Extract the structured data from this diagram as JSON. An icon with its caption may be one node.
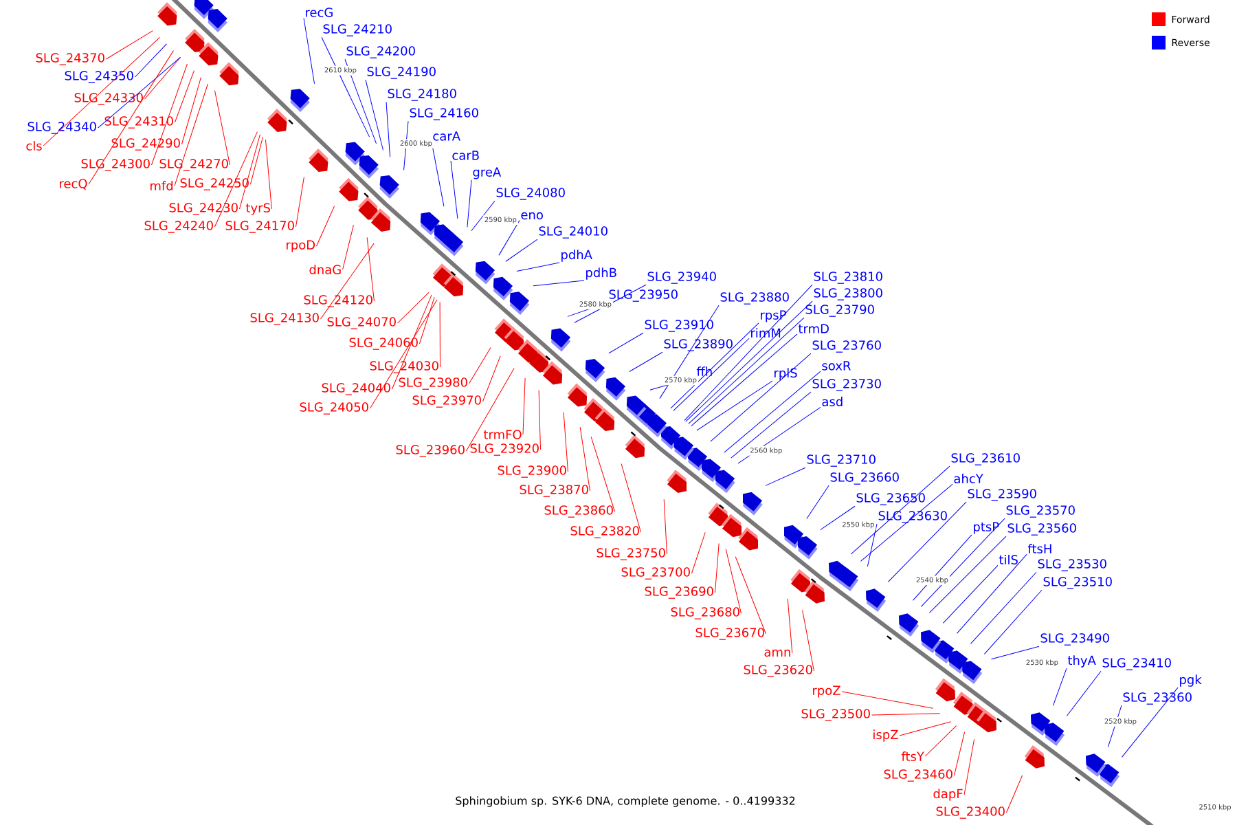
{
  "diagram": {
    "caption": "Sphingobium sp. SYK-6 DNA, complete genome. - 0..4199332",
    "nodes": [
      {
        "text": [
          "recG"
        ]
      },
      {
        "text": [
          "SLG_24210"
        ]
      },
      {
        "text": [
          "SLG_24200"
        ]
      },
      {
        "text": [
          "SLG_24370"
        ]
      },
      {
        "text": [
          "SLG_24190"
        ]
      },
      {
        "text": [
          "SLG_24350"
        ]
      },
      {
        "text": [
          "SLG_24180"
        ]
      },
      {
        "text": [
          "SLG_24330"
        ]
      },
      {
        "text": [
          "SLG_24160"
        ]
      },
      {
        "text": [
          "SLG_24310"
        ]
      },
      {
        "text": [
          "SLG_24340"
        ]
      },
      {
        "text": [
          "carA"
        ]
      },
      {
        "text": [
          "cls"
        ]
      },
      {
        "text": [
          "SLG_24290"
        ]
      },
      {
        "text": [
          "carB"
        ]
      },
      {
        "text": [
          "SLG_24300"
        ]
      },
      {
        "text": [
          "SLG_24270"
        ]
      },
      {
        "text": [
          "greA"
        ]
      },
      {
        "text": [
          "recQ"
        ]
      },
      {
        "text": [
          "mfd"
        ]
      },
      {
        "text": [
          "SLG_24250"
        ]
      },
      {
        "text": [
          "SLG_24080"
        ]
      },
      {
        "text": [
          "SLG_24230"
        ]
      },
      {
        "text": [
          "tyrS"
        ]
      },
      {
        "text": [
          "eno"
        ]
      },
      {
        "text": [
          "SLG_24240"
        ]
      },
      {
        "text": [
          "SLG_24170"
        ]
      },
      {
        "text": [
          "SLG_24010"
        ]
      },
      {
        "text": [
          "rpoD"
        ]
      },
      {
        "text": [
          "pdhA"
        ]
      },
      {
        "text": [
          "dnaG"
        ]
      },
      {
        "text": [
          "pdhB"
        ]
      },
      {
        "text": [
          "SLG_23940"
        ]
      },
      {
        "text": [
          "SLG_23810"
        ]
      },
      {
        "text": [
          "SLG_23800"
        ]
      },
      {
        "text": [
          "SLG_23950"
        ]
      },
      {
        "text": [
          "SLG_23880"
        ]
      },
      {
        "text": [
          "SLG_24120"
        ]
      },
      {
        "text": [
          "SLG_23790"
        ]
      },
      {
        "text": [
          "rpsP"
        ]
      },
      {
        "text": [
          "SLG_24130"
        ]
      },
      {
        "text": [
          "SLG_24070"
        ]
      },
      {
        "text": [
          "SLG_23910"
        ]
      },
      {
        "text": [
          "trmD"
        ]
      },
      {
        "text": [
          "rimM"
        ]
      },
      {
        "text": [
          "SLG_24060"
        ]
      },
      {
        "text": [
          "SLG_23890"
        ]
      },
      {
        "text": [
          "SLG_23760"
        ]
      },
      {
        "text": [
          "soxR"
        ]
      },
      {
        "text": [
          "SLG_24030"
        ]
      },
      {
        "text": [
          "ffh"
        ]
      },
      {
        "text": [
          "rplS"
        ]
      },
      {
        "text": [
          "SLG_23980"
        ]
      },
      {
        "text": [
          "SLG_23730"
        ]
      },
      {
        "text": [
          "SLG_24040"
        ]
      },
      {
        "text": [
          "asd"
        ]
      },
      {
        "text": [
          "SLG_23970"
        ]
      },
      {
        "text": [
          "SLG_24050"
        ]
      },
      {
        "text": [
          "trmFO"
        ]
      },
      {
        "text": [
          "SLG_23920"
        ]
      },
      {
        "text": [
          "SLG_23960"
        ]
      },
      {
        "text": [
          "SLG_23610"
        ]
      },
      {
        "text": [
          "SLG_23710"
        ]
      },
      {
        "text": [
          "SLG_23900"
        ]
      },
      {
        "text": [
          "SLG_23660"
        ]
      },
      {
        "text": [
          "ahcY"
        ]
      },
      {
        "text": [
          "SLG_23870"
        ]
      },
      {
        "text": [
          "SLG_23590"
        ]
      },
      {
        "text": [
          "SLG_23650"
        ]
      },
      {
        "text": [
          "SLG_23860"
        ]
      },
      {
        "text": [
          "SLG_23570"
        ]
      },
      {
        "text": [
          "SLG_23630"
        ]
      },
      {
        "text": [
          "ptsP"
        ]
      },
      {
        "text": [
          "SLG_23560"
        ]
      },
      {
        "text": [
          "SLG_23820"
        ]
      },
      {
        "text": [
          "ftsH"
        ]
      },
      {
        "text": [
          "SLG_23750"
        ]
      },
      {
        "text": [
          "tilS"
        ]
      },
      {
        "text": [
          "SLG_23530"
        ]
      },
      {
        "text": [
          "SLG_23700"
        ]
      },
      {
        "text": [
          "SLG_23510"
        ]
      },
      {
        "text": [
          "SLG_23690"
        ]
      },
      {
        "text": [
          "SLG_23680"
        ]
      },
      {
        "text": [
          "SLG_23670"
        ]
      },
      {
        "text": [
          "SLG_23490"
        ]
      },
      {
        "text": [
          "amn"
        ]
      },
      {
        "text": [
          "thyA"
        ]
      },
      {
        "text": [
          "SLG_23410"
        ]
      },
      {
        "text": [
          "SLG_23620"
        ]
      },
      {
        "text": [
          "pgk"
        ]
      },
      {
        "text": [
          "rpoZ"
        ]
      },
      {
        "text": [
          "SLG_23360"
        ]
      },
      {
        "text": [
          "SLG_23500"
        ]
      },
      {
        "text": [
          "ispZ"
        ]
      },
      {
        "text": [
          "ftsY"
        ]
      },
      {
        "text": [
          "SLG_23460"
        ]
      },
      {
        "text": [
          "dapF"
        ]
      },
      {
        "text": [
          "SLG_23400"
        ]
      }
    ],
    "edges": [
      {
        "from": 0,
        "to": null,
        "arrow": "none",
        "color": "#0000ff"
      },
      {
        "from": 1,
        "to": null,
        "arrow": "none",
        "color": "#0000ff"
      },
      {
        "from": 2,
        "to": null,
        "arrow": "none",
        "color": "#0000ff"
      },
      {
        "from": 3,
        "to": null,
        "arrow": "none",
        "color": "#ff0000"
      },
      {
        "from": 4,
        "to": null,
        "arrow": "none",
        "color": "#0000ff"
      },
      {
        "from": 5,
        "to": null,
        "arrow": "none",
        "color": "#0000ff"
      },
      {
        "from": 6,
        "to": null,
        "arrow": "none",
        "color": "#0000ff"
      },
      {
        "from": 7,
        "to": null,
        "arrow": "none",
        "color": "#ff0000"
      },
      {
        "from": 8,
        "to": null,
        "arrow": "none",
        "color": "#0000ff"
      },
      {
        "from": 9,
        "to": null,
        "arrow": "none",
        "color": "#ff0000"
      },
      {
        "from": 10,
        "to": null,
        "arrow": "none",
        "color": "#0000ff"
      },
      {
        "from": 11,
        "to": null,
        "arrow": "none",
        "color": "#0000ff"
      },
      {
        "from": 12,
        "to": null,
        "arrow": "none",
        "color": "#ff0000"
      },
      {
        "from": 13,
        "to": null,
        "arrow": "none",
        "color": "#ff0000"
      },
      {
        "from": 14,
        "to": null,
        "arrow": "none",
        "color": "#0000ff"
      },
      {
        "from": 15,
        "to": null,
        "arrow": "none",
        "color": "#ff0000"
      },
      {
        "from": 16,
        "to": null,
        "arrow": "none",
        "color": "#ff0000"
      },
      {
        "from": 17,
        "to": null,
        "arrow": "none",
        "color": "#0000ff"
      },
      {
        "from": 18,
        "to": null,
        "arrow": "none",
        "color": "#ff0000"
      },
      {
        "from": 19,
        "to": null,
        "arrow": "none",
        "color": "#ff0000"
      },
      {
        "from": 20,
        "to": null,
        "arrow": "none",
        "color": "#ff0000"
      },
      {
        "from": 21,
        "to": null,
        "arrow": "none",
        "color": "#0000ff"
      },
      {
        "from": 22,
        "to": null,
        "arrow": "none",
        "color": "#ff0000"
      },
      {
        "from": 23,
        "to": null,
        "arrow": "none",
        "color": "#ff0000"
      },
      {
        "from": 24,
        "to": null,
        "arrow": "none",
        "color": "#0000ff"
      },
      {
        "from": 25,
        "to": null,
        "arrow": "none",
        "color": "#ff0000"
      },
      {
        "from": 26,
        "to": null,
        "arrow": "none",
        "color": "#ff0000"
      },
      {
        "from": 27,
        "to": null,
        "arrow": "none",
        "color": "#0000ff"
      },
      {
        "from": 28,
        "to": null,
        "arrow": "none",
        "color": "#ff0000"
      },
      {
        "from": 29,
        "to": null,
        "arrow": "none",
        "color": "#0000ff"
      },
      {
        "from": 30,
        "to": null,
        "arrow": "none",
        "color": "#ff0000"
      },
      {
        "from": 31,
        "to": null,
        "arrow": "none",
        "color": "#0000ff"
      },
      {
        "from": 32,
        "to": null,
        "arrow": "none",
        "color": "#0000ff"
      },
      {
        "from": 33,
        "to": null,
        "arrow": "none",
        "color": "#0000ff"
      },
      {
        "from": 34,
        "to": null,
        "arrow": "none",
        "color": "#0000ff"
      },
      {
        "from": 35,
        "to": null,
        "arrow": "none",
        "color": "#0000ff"
      },
      {
        "from": 36,
        "to": null,
        "arrow": "none",
        "color": "#0000ff"
      },
      {
        "from": 37,
        "to": null,
        "arrow": "none",
        "color": "#ff0000"
      },
      {
        "from": 38,
        "to": null,
        "arrow": "none",
        "color": "#0000ff"
      },
      {
        "from": 39,
        "to": null,
        "arrow": "none",
        "color": "#0000ff"
      },
      {
        "from": 40,
        "to": null,
        "arrow": "none",
        "color": "#ff0000"
      },
      {
        "from": 41,
        "to": null,
        "arrow": "none",
        "color": "#ff0000"
      },
      {
        "from": 42,
        "to": null,
        "arrow": "none",
        "color": "#0000ff"
      },
      {
        "from": 43,
        "to": null,
        "arrow": "none",
        "color": "#0000ff"
      },
      {
        "from": 44,
        "to": null,
        "arrow": "none",
        "color": "#0000ff"
      },
      {
        "from": 45,
        "to": null,
        "arrow": "none",
        "color": "#ff0000"
      },
      {
        "from": 46,
        "to": null,
        "arrow": "none",
        "color": "#0000ff"
      },
      {
        "from": 47,
        "to": null,
        "arrow": "none",
        "color": "#0000ff"
      },
      {
        "from": 48,
        "to": null,
        "arrow": "none",
        "color": "#0000ff"
      },
      {
        "from": 49,
        "to": null,
        "arrow": "none",
        "color": "#ff0000"
      },
      {
        "from": 50,
        "to": null,
        "arrow": "none",
        "color": "#0000ff"
      },
      {
        "from": 51,
        "to": null,
        "arrow": "none",
        "color": "#0000ff"
      },
      {
        "from": 52,
        "to": null,
        "arrow": "none",
        "color": "#ff0000"
      },
      {
        "from": 53,
        "to": null,
        "arrow": "none",
        "color": "#0000ff"
      },
      {
        "from": 54,
        "to": null,
        "arrow": "none",
        "color": "#ff0000"
      },
      {
        "from": 55,
        "to": null,
        "arrow": "none",
        "color": "#0000ff"
      },
      {
        "from": 56,
        "to": null,
        "arrow": "none",
        "color": "#ff0000"
      },
      {
        "from": 57,
        "to": null,
        "arrow": "none",
        "color": "#ff0000"
      },
      {
        "from": 58,
        "to": null,
        "arrow": "none",
        "color": "#ff0000"
      },
      {
        "from": 59,
        "to": null,
        "arrow": "none",
        "color": "#ff0000"
      },
      {
        "from": 60,
        "to": null,
        "arrow": "none",
        "color": "#ff0000"
      },
      {
        "from": 61,
        "to": null,
        "arrow": "none",
        "color": "#0000ff"
      },
      {
        "from": 62,
        "to": null,
        "arrow": "none",
        "color": "#0000ff"
      },
      {
        "from": 63,
        "to": null,
        "arrow": "none",
        "color": "#ff0000"
      },
      {
        "from": 64,
        "to": null,
        "arrow": "none",
        "color": "#0000ff"
      },
      {
        "from": 65,
        "to": null,
        "arrow": "none",
        "color": "#0000ff"
      },
      {
        "from": 66,
        "to": null,
        "arrow": "none",
        "color": "#ff0000"
      },
      {
        "from": 67,
        "to": null,
        "arrow": "none",
        "color": "#0000ff"
      },
      {
        "from": 68,
        "to": null,
        "arrow": "none",
        "color": "#0000ff"
      },
      {
        "from": 69,
        "to": null,
        "arrow": "none",
        "color": "#ff0000"
      },
      {
        "from": 70,
        "to": null,
        "arrow": "none",
        "color": "#0000ff"
      },
      {
        "from": 71,
        "to": null,
        "arrow": "none",
        "color": "#0000ff"
      },
      {
        "from": 72,
        "to": null,
        "arrow": "none",
        "color": "#0000ff"
      },
      {
        "from": 73,
        "to": null,
        "arrow": "none",
        "color": "#0000ff"
      },
      {
        "from": 74,
        "to": null,
        "arrow": "none",
        "color": "#ff0000"
      },
      {
        "from": 75,
        "to": null,
        "arrow": "none",
        "color": "#0000ff"
      },
      {
        "from": 76,
        "to": null,
        "arrow": "none",
        "color": "#ff0000"
      },
      {
        "from": 77,
        "to": null,
        "arrow": "none",
        "color": "#0000ff"
      },
      {
        "from": 78,
        "to": null,
        "arrow": "none",
        "color": "#0000ff"
      },
      {
        "from": 79,
        "to": null,
        "arrow": "none",
        "color": "#ff0000"
      },
      {
        "from": 80,
        "to": null,
        "arrow": "none",
        "color": "#0000ff"
      },
      {
        "from": 81,
        "to": null,
        "arrow": "none",
        "color": "#ff0000"
      },
      {
        "from": 82,
        "to": null,
        "arrow": "none",
        "color": "#ff0000"
      },
      {
        "from": 83,
        "to": null,
        "arrow": "none",
        "color": "#ff0000"
      },
      {
        "from": 84,
        "to": null,
        "arrow": "none",
        "color": "#0000ff"
      },
      {
        "from": 85,
        "to": null,
        "arrow": "none",
        "color": "#ff0000"
      },
      {
        "from": 86,
        "to": null,
        "arrow": "none",
        "color": "#0000ff"
      },
      {
        "from": 87,
        "to": null,
        "arrow": "none",
        "color": "#0000ff"
      },
      {
        "from": 88,
        "to": null,
        "arrow": "none",
        "color": "#ff0000"
      },
      {
        "from": 89,
        "to": null,
        "arrow": "none",
        "color": "#0000ff"
      },
      {
        "from": 90,
        "to": null,
        "arrow": "none",
        "color": "#ff0000"
      },
      {
        "from": 91,
        "to": null,
        "arrow": "none",
        "color": "#0000ff"
      },
      {
        "from": 92,
        "to": null,
        "arrow": "none",
        "color": "#ff0000"
      },
      {
        "from": 93,
        "to": null,
        "arrow": "none",
        "color": "#ff0000"
      },
      {
        "from": 94,
        "to": null,
        "arrow": "none",
        "color": "#ff0000"
      },
      {
        "from": 95,
        "to": null,
        "arrow": "none",
        "color": "#ff0000"
      },
      {
        "from": 96,
        "to": null,
        "arrow": "none",
        "color": "#ff0000"
      },
      {
        "from": 97,
        "to": null,
        "arrow": "none",
        "color": "#ff0000"
      }
    ],
    "labels": [
      "2610 kbp",
      "2600 kbp",
      "2590 kbp",
      "2580 kbp",
      "2570 kbp",
      "2560 kbp",
      "2550 kbp",
      "2540 kbp",
      "2530 kbp",
      "2520 kbp",
      "2510 kbp"
    ],
    "legend": [
      {
        "text": "Forward",
        "color": "#ff0000"
      },
      {
        "text": "Reverse",
        "color": "#0000ff"
      }
    ]
  }
}
